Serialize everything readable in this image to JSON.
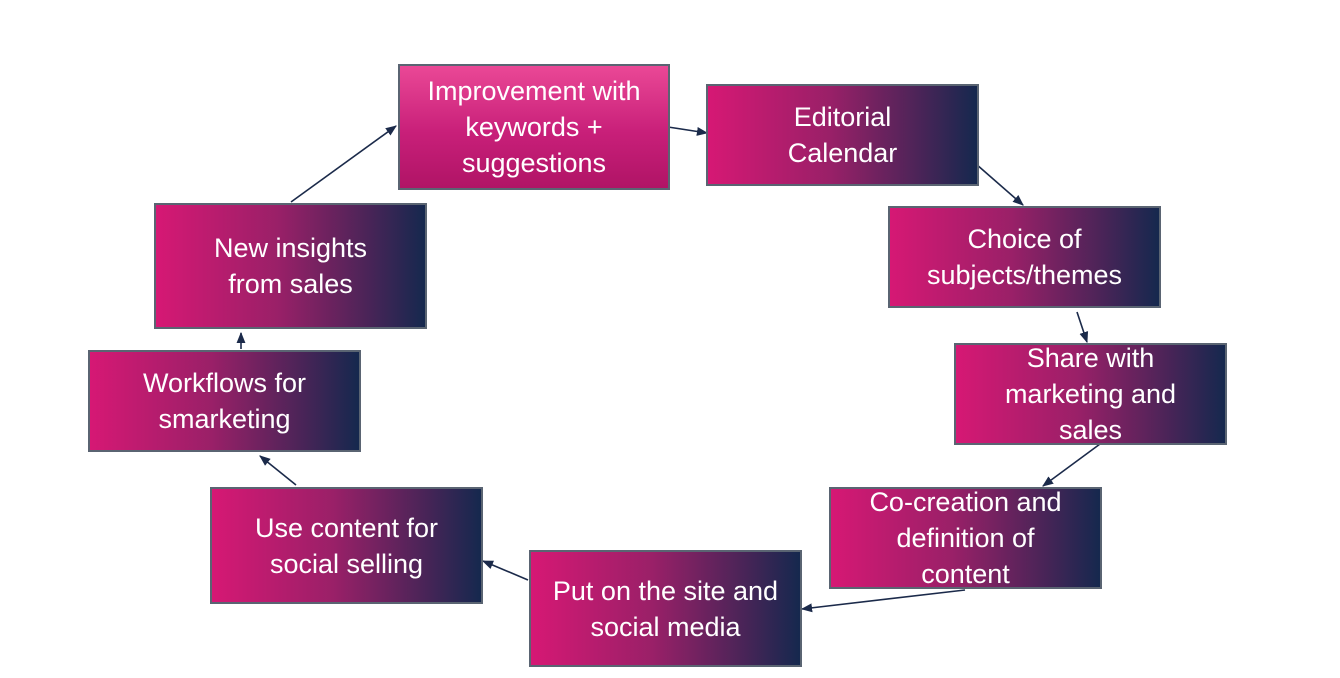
{
  "diagram": {
    "colors": {
      "box_gradient_start": "#d61874",
      "box_gradient_end": "#15284e",
      "top_box_gradient_start": "#ea4896",
      "top_box_gradient_end": "#b01466",
      "box_border": "#5a6472",
      "arrow": "#1b2a4a",
      "text": "#ffffff"
    },
    "nodes": [
      {
        "id": "improvement",
        "label": "Improvement with keywords + suggestions"
      },
      {
        "id": "editorial-calendar",
        "label": "Editorial Calendar"
      },
      {
        "id": "choice-of-subjects",
        "label": "Choice of subjects/themes"
      },
      {
        "id": "share-with-marketing",
        "label": "Share with marketing and sales"
      },
      {
        "id": "co-creation",
        "label": "Co-creation and definition of content"
      },
      {
        "id": "put-on-site",
        "label": "Put on the site and social media"
      },
      {
        "id": "use-content",
        "label": "Use content for social selling"
      },
      {
        "id": "workflows",
        "label": "Workflows for smarketing"
      },
      {
        "id": "new-insights",
        "label": "New insights from sales"
      }
    ],
    "edges": [
      {
        "from": "improvement",
        "to": "editorial-calendar"
      },
      {
        "from": "editorial-calendar",
        "to": "choice-of-subjects"
      },
      {
        "from": "choice-of-subjects",
        "to": "share-with-marketing"
      },
      {
        "from": "share-with-marketing",
        "to": "co-creation"
      },
      {
        "from": "co-creation",
        "to": "put-on-site"
      },
      {
        "from": "put-on-site",
        "to": "use-content"
      },
      {
        "from": "use-content",
        "to": "workflows"
      },
      {
        "from": "workflows",
        "to": "new-insights"
      },
      {
        "from": "new-insights",
        "to": "improvement"
      }
    ]
  }
}
